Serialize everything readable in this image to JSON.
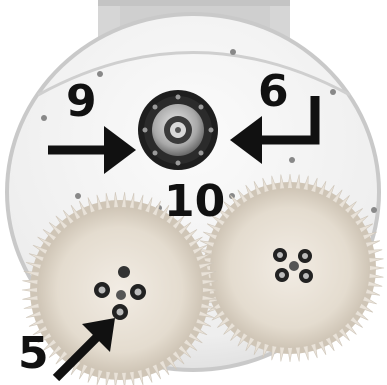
{
  "callouts": {
    "c5": "5",
    "c6": "6",
    "c9": "9",
    "c10": "10"
  },
  "colors": {
    "background": "#ffffff",
    "housing": "#f4f4f4",
    "housing_edge": "#c9c9c9",
    "brush_bristle": "#e9e2d8",
    "brush_shadow": "#cfc7bb",
    "hub_dark": "#1e1e1e",
    "hub_metal": "#b8b8b8",
    "arrow": "#111111"
  },
  "icons": {
    "brush_left": "rotary-brush-icon",
    "brush_right": "rotary-brush-icon",
    "hub": "drive-hub-icon"
  }
}
